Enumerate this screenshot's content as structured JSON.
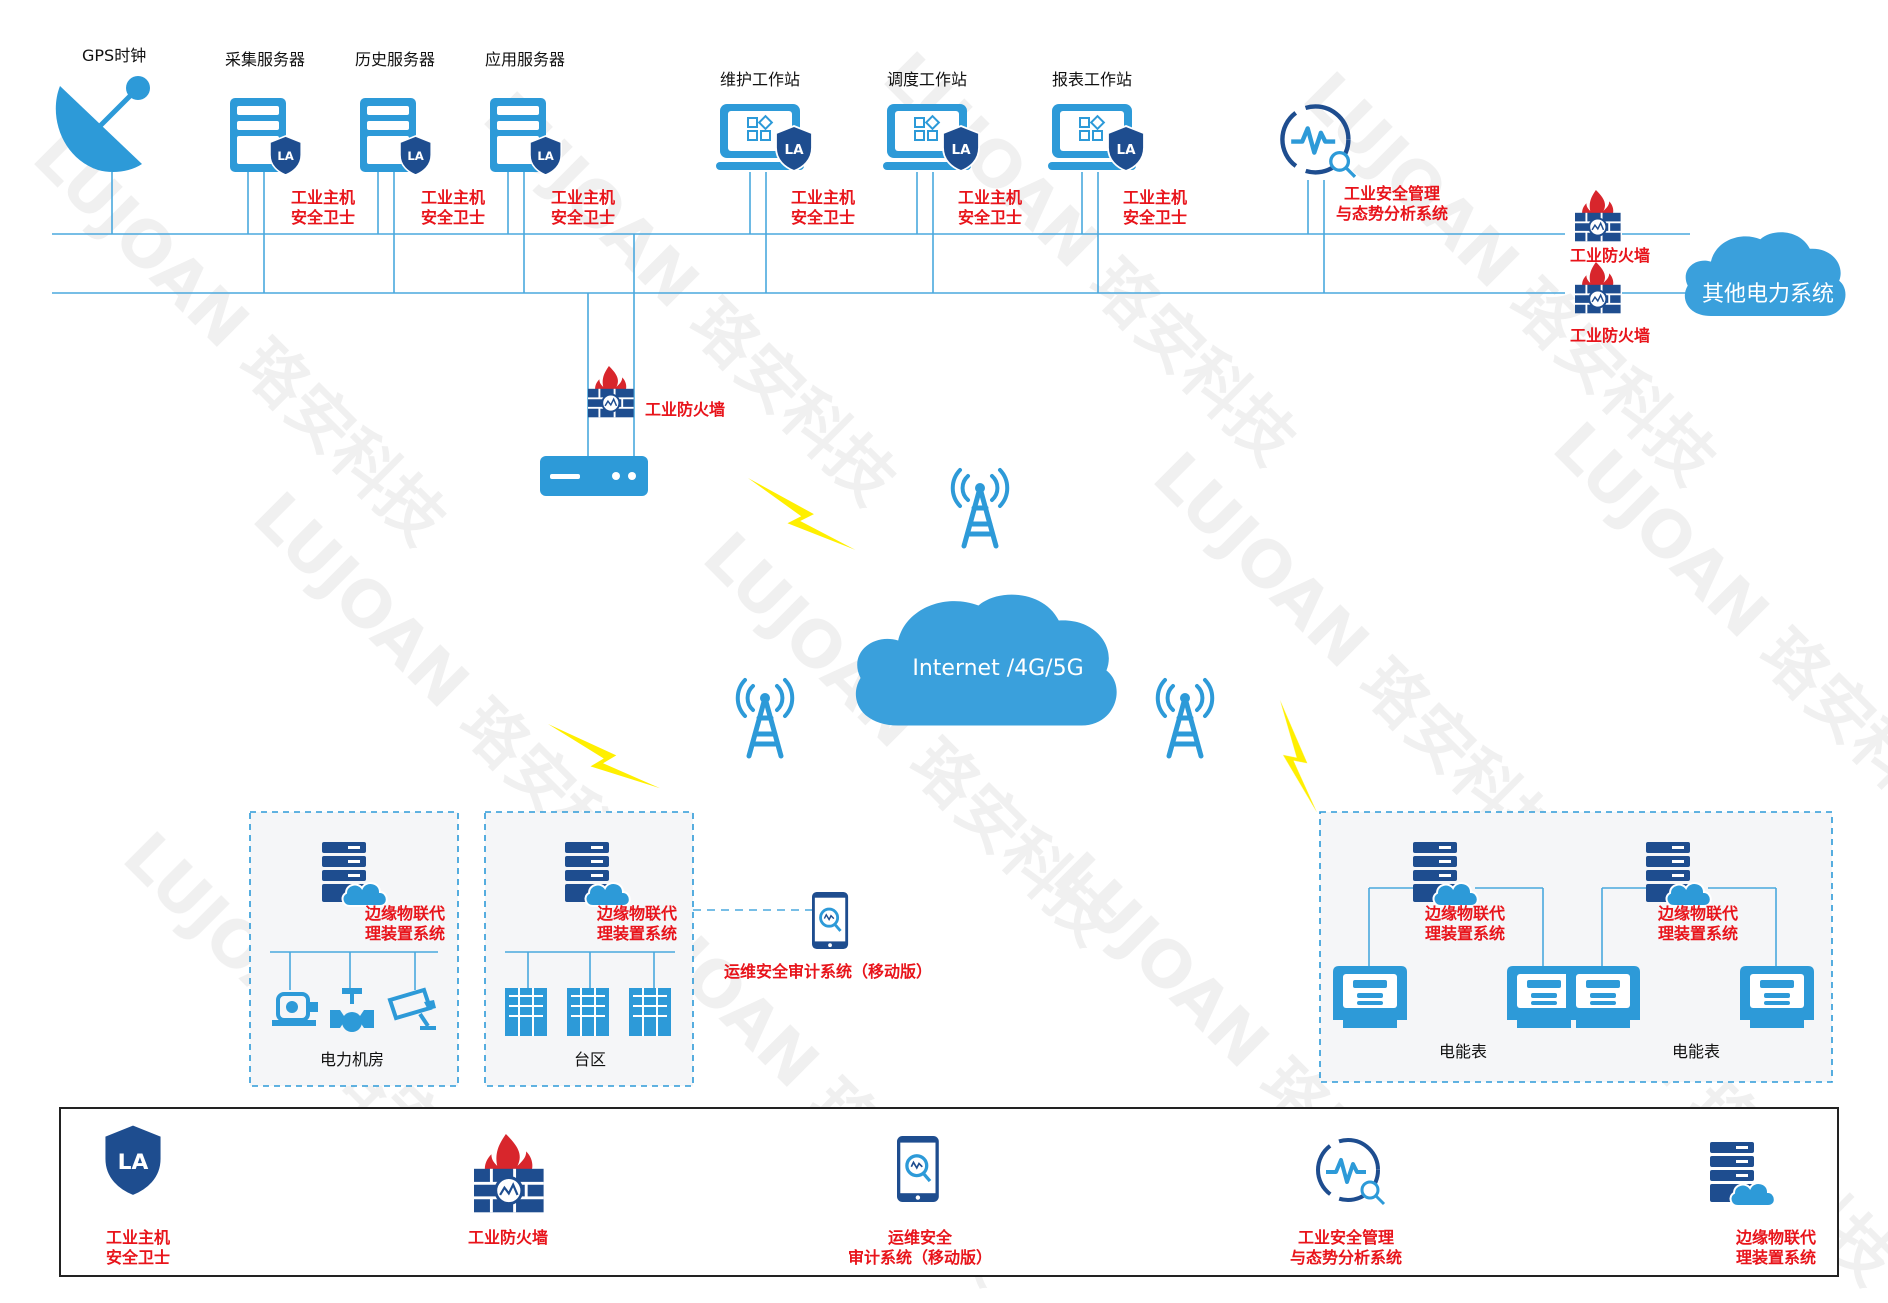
{
  "colors": {
    "primary": "#2d9ad8",
    "dark": "#1e4d8f",
    "cloud": "#3aa0dc",
    "bolt": "#ffef00",
    "red_text": "#e8141b",
    "flame": "#d8262c",
    "line": "#4aa8de"
  },
  "top": {
    "gps_label": "GPS时钟",
    "servers": [
      {
        "name": "采集服务器",
        "guard": [
          "工业主机",
          "安全卫士"
        ]
      },
      {
        "name": "历史服务器",
        "guard": [
          "工业主机",
          "安全卫士"
        ]
      },
      {
        "name": "应用服务器",
        "guard": [
          "工业主机",
          "安全卫士"
        ]
      }
    ],
    "workstations": [
      {
        "name": "维护工作站",
        "guard": [
          "工业主机",
          "安全卫士"
        ]
      },
      {
        "name": "调度工作站",
        "guard": [
          "工业主机",
          "安全卫士"
        ]
      },
      {
        "name": "报表工作站",
        "guard": [
          "工业主机",
          "安全卫士"
        ]
      }
    ],
    "analysis": [
      "工业安全管理",
      "与态势分析系统"
    ],
    "firewall_a": "工业防火墙",
    "firewall_b": "工业防火墙",
    "other_cloud": "其他电力系统",
    "center_firewall": "工业防火墙"
  },
  "middle": {
    "internet_cloud": "Internet /4G/5G"
  },
  "bottom_left": {
    "box1": {
      "edge": [
        "边缘物联代",
        "理装置系统"
      ],
      "caption": "电力机房"
    },
    "box2": {
      "edge": [
        "边缘物联代",
        "理装置系统"
      ],
      "caption": "台区"
    },
    "mobile_audit": "运维安全审计系统（移动版）"
  },
  "bottom_right": {
    "group1": {
      "edge": [
        "边缘物联代",
        "理装置系统"
      ],
      "caption": "电能表"
    },
    "group2": {
      "edge": [
        "边缘物联代",
        "理装置系统"
      ],
      "caption": "电能表"
    }
  },
  "legend": [
    {
      "icon": "shield-la-icon",
      "label": [
        "工业主机",
        "安全卫士"
      ]
    },
    {
      "icon": "firewall-icon",
      "label": [
        "工业防火墙"
      ]
    },
    {
      "icon": "mobile-audit-icon",
      "label": [
        "运维安全",
        "审计系统（移动版）"
      ]
    },
    {
      "icon": "analysis-icon",
      "label": [
        "工业安全管理",
        "与态势分析系统"
      ]
    },
    {
      "icon": "edge-server-icon",
      "label": [
        "边缘物联代",
        "理装置系统"
      ]
    }
  ],
  "watermark": [
    "LUJOAN",
    "珞安科技"
  ]
}
